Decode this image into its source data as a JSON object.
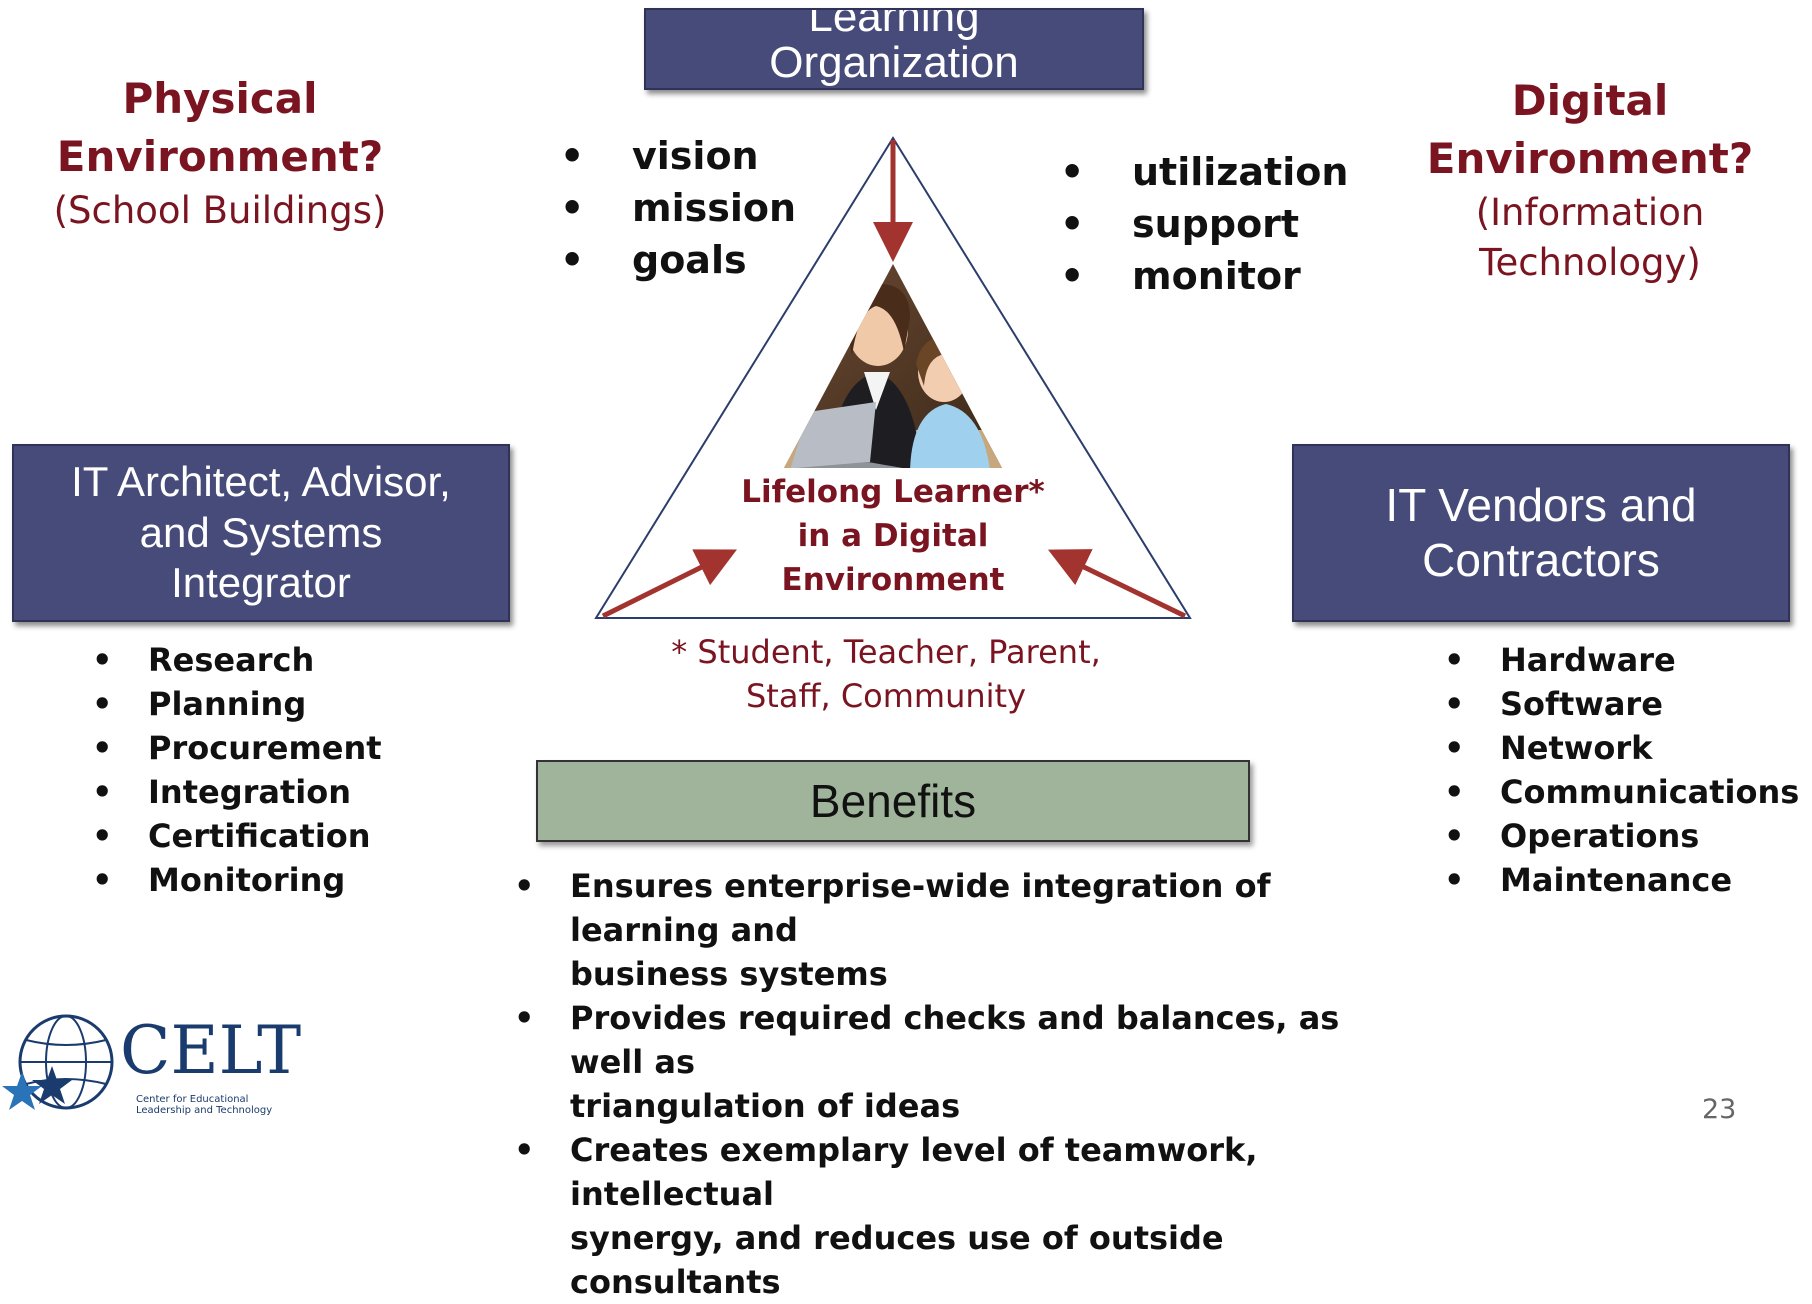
{
  "top_box": {
    "label": "Learning Organization"
  },
  "physical": {
    "title_line1": "Physical",
    "title_line2": "Environment?",
    "subtitle": "(School Buildings)"
  },
  "digital": {
    "title_line1": "Digital",
    "title_line2": "Environment?",
    "subtitle": "(Information Technology)"
  },
  "top_left_bullets": [
    "vision",
    "mission",
    "goals"
  ],
  "top_right_bullets": [
    "utilization",
    "support",
    "monitor"
  ],
  "center": {
    "line1": "Lifelong Learner*",
    "line2": "in a Digital",
    "line3": "Environment",
    "footnote_line1": "* Student, Teacher, Parent,",
    "footnote_line2": "Staff, Community"
  },
  "left_box": {
    "line1": "IT Architect, Advisor,",
    "line2": "and Systems",
    "line3": "Integrator"
  },
  "left_bullets": [
    "Research",
    "Planning",
    "Procurement",
    "Integration",
    "Certification",
    "Monitoring"
  ],
  "right_box": {
    "line1": "IT Vendors and",
    "line2": "Contractors"
  },
  "right_bullets": [
    "Hardware",
    "Software",
    "Network",
    "Communications",
    "Operations",
    "Maintenance"
  ],
  "benefits": {
    "label": "Benefits",
    "items": [
      {
        "line1": "Ensures enterprise-wide integration of learning and",
        "line2": "business systems"
      },
      {
        "line1": "Provides required checks and balances, as well as",
        "line2": "triangulation of ideas"
      },
      {
        "line1": "Creates exemplary level of teamwork, intellectual",
        "line2": "synergy, and reduces use of outside consultants"
      }
    ]
  },
  "logo": {
    "name": "CELT",
    "tagline_line1": "Center for Educational",
    "tagline_line2": "Leadership and Technology"
  },
  "page_number": "23",
  "colors": {
    "navy": "#464b7a",
    "maroon": "#7a1420",
    "green": "#9fb49b",
    "arrow": "#a3332e"
  }
}
